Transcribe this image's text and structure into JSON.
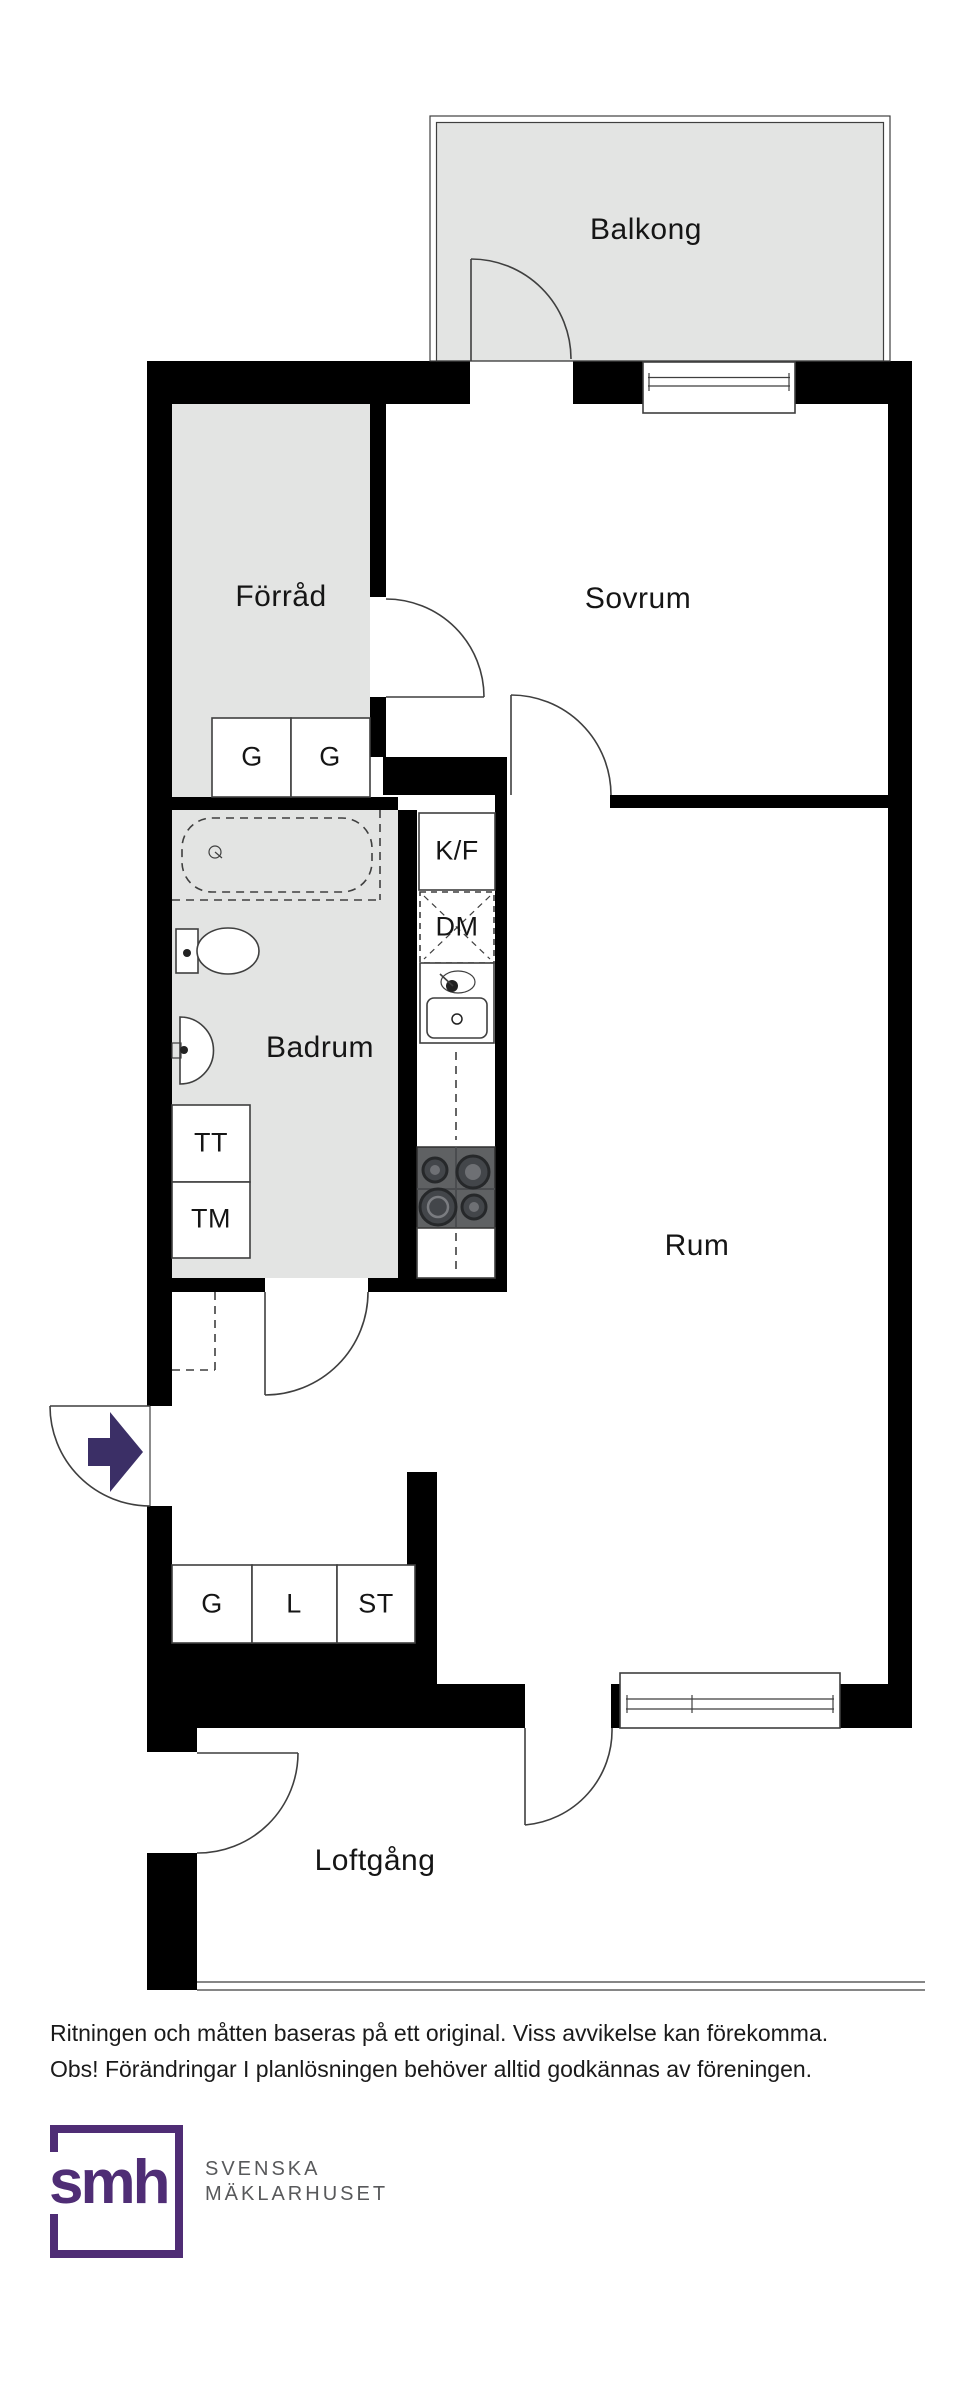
{
  "plan": {
    "rooms": {
      "balcony": "Balkong",
      "storage": "Förråd",
      "bedroom": "Sovrum",
      "bathroom": "Badrum",
      "room": "Rum",
      "walkway": "Loftgång"
    },
    "fixtures": {
      "fridge_freezer": "K/F",
      "dishwasher": "DM",
      "tumble_dryer": "TT",
      "washing_machine": "TM",
      "wardrobe_storage_1": "G",
      "wardrobe_storage_2": "G",
      "hall_wardrobe": "G",
      "linen_closet": "L",
      "cleaning_closet": "ST"
    }
  },
  "footer": {
    "disclaimer_line1": "Ritningen och måtten baseras på ett original. Viss avvikelse kan förekomma.",
    "disclaimer_line2": "Obs! Förändringar I planlösningen behöver alltid godkännas av föreningen."
  },
  "logo": {
    "mark": "smh",
    "company_line1": "SVENSKA",
    "company_line2": "MÄKLARHUSET"
  },
  "colors": {
    "wall": "#000000",
    "room_fill": "#e3e4e3",
    "line": "#3f3f3f",
    "stove": "#5f6163",
    "arrow": "#3b2f66",
    "logo_purple": "#4f2d75",
    "logo_gray": "#58595b",
    "text": "#1a1a1a"
  }
}
